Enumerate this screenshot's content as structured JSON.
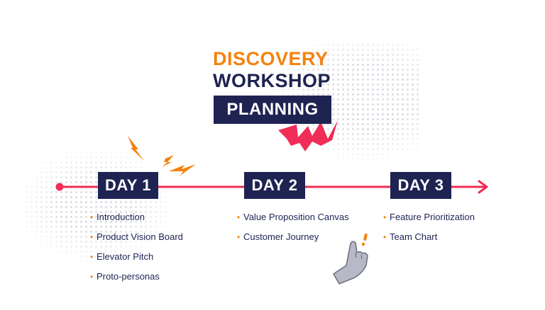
{
  "title": {
    "line1": "DISCOVERY",
    "line2": "WORKSHOP",
    "line3": "PLANNING"
  },
  "colors": {
    "orange": "#f5820f",
    "navy": "#1e2352",
    "red": "#ef2d56",
    "gray": "#9a9cab"
  },
  "days": [
    {
      "label": "DAY 1",
      "items": [
        "Introduction",
        "Product Vision Board",
        "Elevator Pitch",
        "Proto-personas"
      ]
    },
    {
      "label": "DAY 2",
      "items": [
        "Value Proposition Canvas",
        "Customer Journey"
      ]
    },
    {
      "label": "DAY 3",
      "items": [
        "Feature Prioritization",
        "Team Chart"
      ]
    }
  ],
  "icons": [
    "lightning-icon",
    "burst-icon",
    "pointing-hand-icon",
    "exclamation-icon",
    "arrow-head-icon"
  ]
}
